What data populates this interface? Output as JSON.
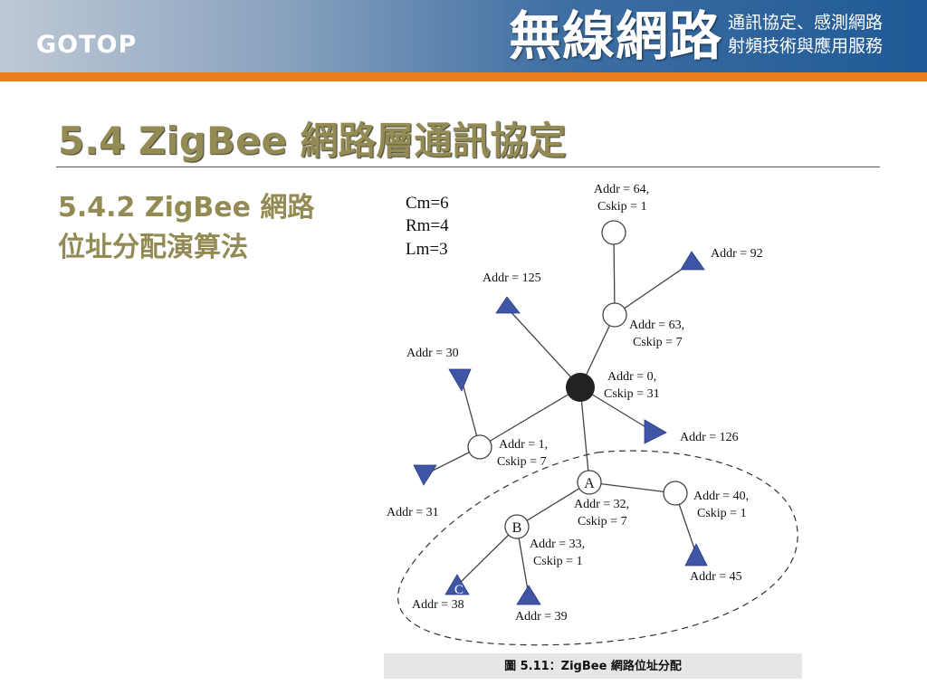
{
  "header": {
    "logo": "GOTOP",
    "book_title": "無線網路",
    "book_subtitle_line1": "通訊協定、感測網路",
    "book_subtitle_line2": "射頻技術與應用服務",
    "colors": {
      "banner": "#1f5a96",
      "stripe": "#e8801e",
      "title": "#938b53"
    }
  },
  "slide": {
    "title": "5.4  ZigBee 網路層通訊協定",
    "subtitle_line1": "5.4.2  ZigBee 網路",
    "subtitle_line2": "位址分配演算法"
  },
  "diagram": {
    "params": {
      "cm": "Cm=6",
      "rm": "Rm=4",
      "lm": "Lm=3"
    },
    "nodes": [
      {
        "id": "coordinator",
        "label1": "Addr = 0,",
        "label2": "Cskip = 31"
      },
      {
        "id": "router64",
        "label1": "Addr = 64,",
        "label2": "Cskip = 1"
      },
      {
        "id": "router63",
        "label1": "Addr = 63,",
        "label2": "Cskip = 7"
      },
      {
        "id": "router1",
        "label1": "Addr = 1,",
        "label2": "Cskip = 7"
      },
      {
        "id": "routerA",
        "marker": "A",
        "label1": "Addr = 32,",
        "label2": "Cskip = 7"
      },
      {
        "id": "router40",
        "label1": "Addr = 40,",
        "label2": "Cskip = 1"
      },
      {
        "id": "routerB",
        "marker": "B",
        "label1": "Addr = 33,",
        "label2": "Cskip = 1"
      }
    ],
    "end_devices": [
      {
        "id": "ed92",
        "label": "Addr = 92"
      },
      {
        "id": "ed125",
        "label": "Addr = 125"
      },
      {
        "id": "ed30",
        "label": "Addr = 30"
      },
      {
        "id": "ed126",
        "label": "Addr = 126"
      },
      {
        "id": "ed31",
        "label": "Addr = 31"
      },
      {
        "id": "ed45",
        "label": "Addr = 45"
      },
      {
        "id": "ed38",
        "label": "Addr = 38",
        "marker": "C"
      },
      {
        "id": "ed39",
        "label": "Addr = 39"
      }
    ],
    "colors": {
      "end_device": "#3f55a5",
      "coordinator": "#222222"
    }
  },
  "caption": "圖 5.11：ZigBee 網路位址分配"
}
